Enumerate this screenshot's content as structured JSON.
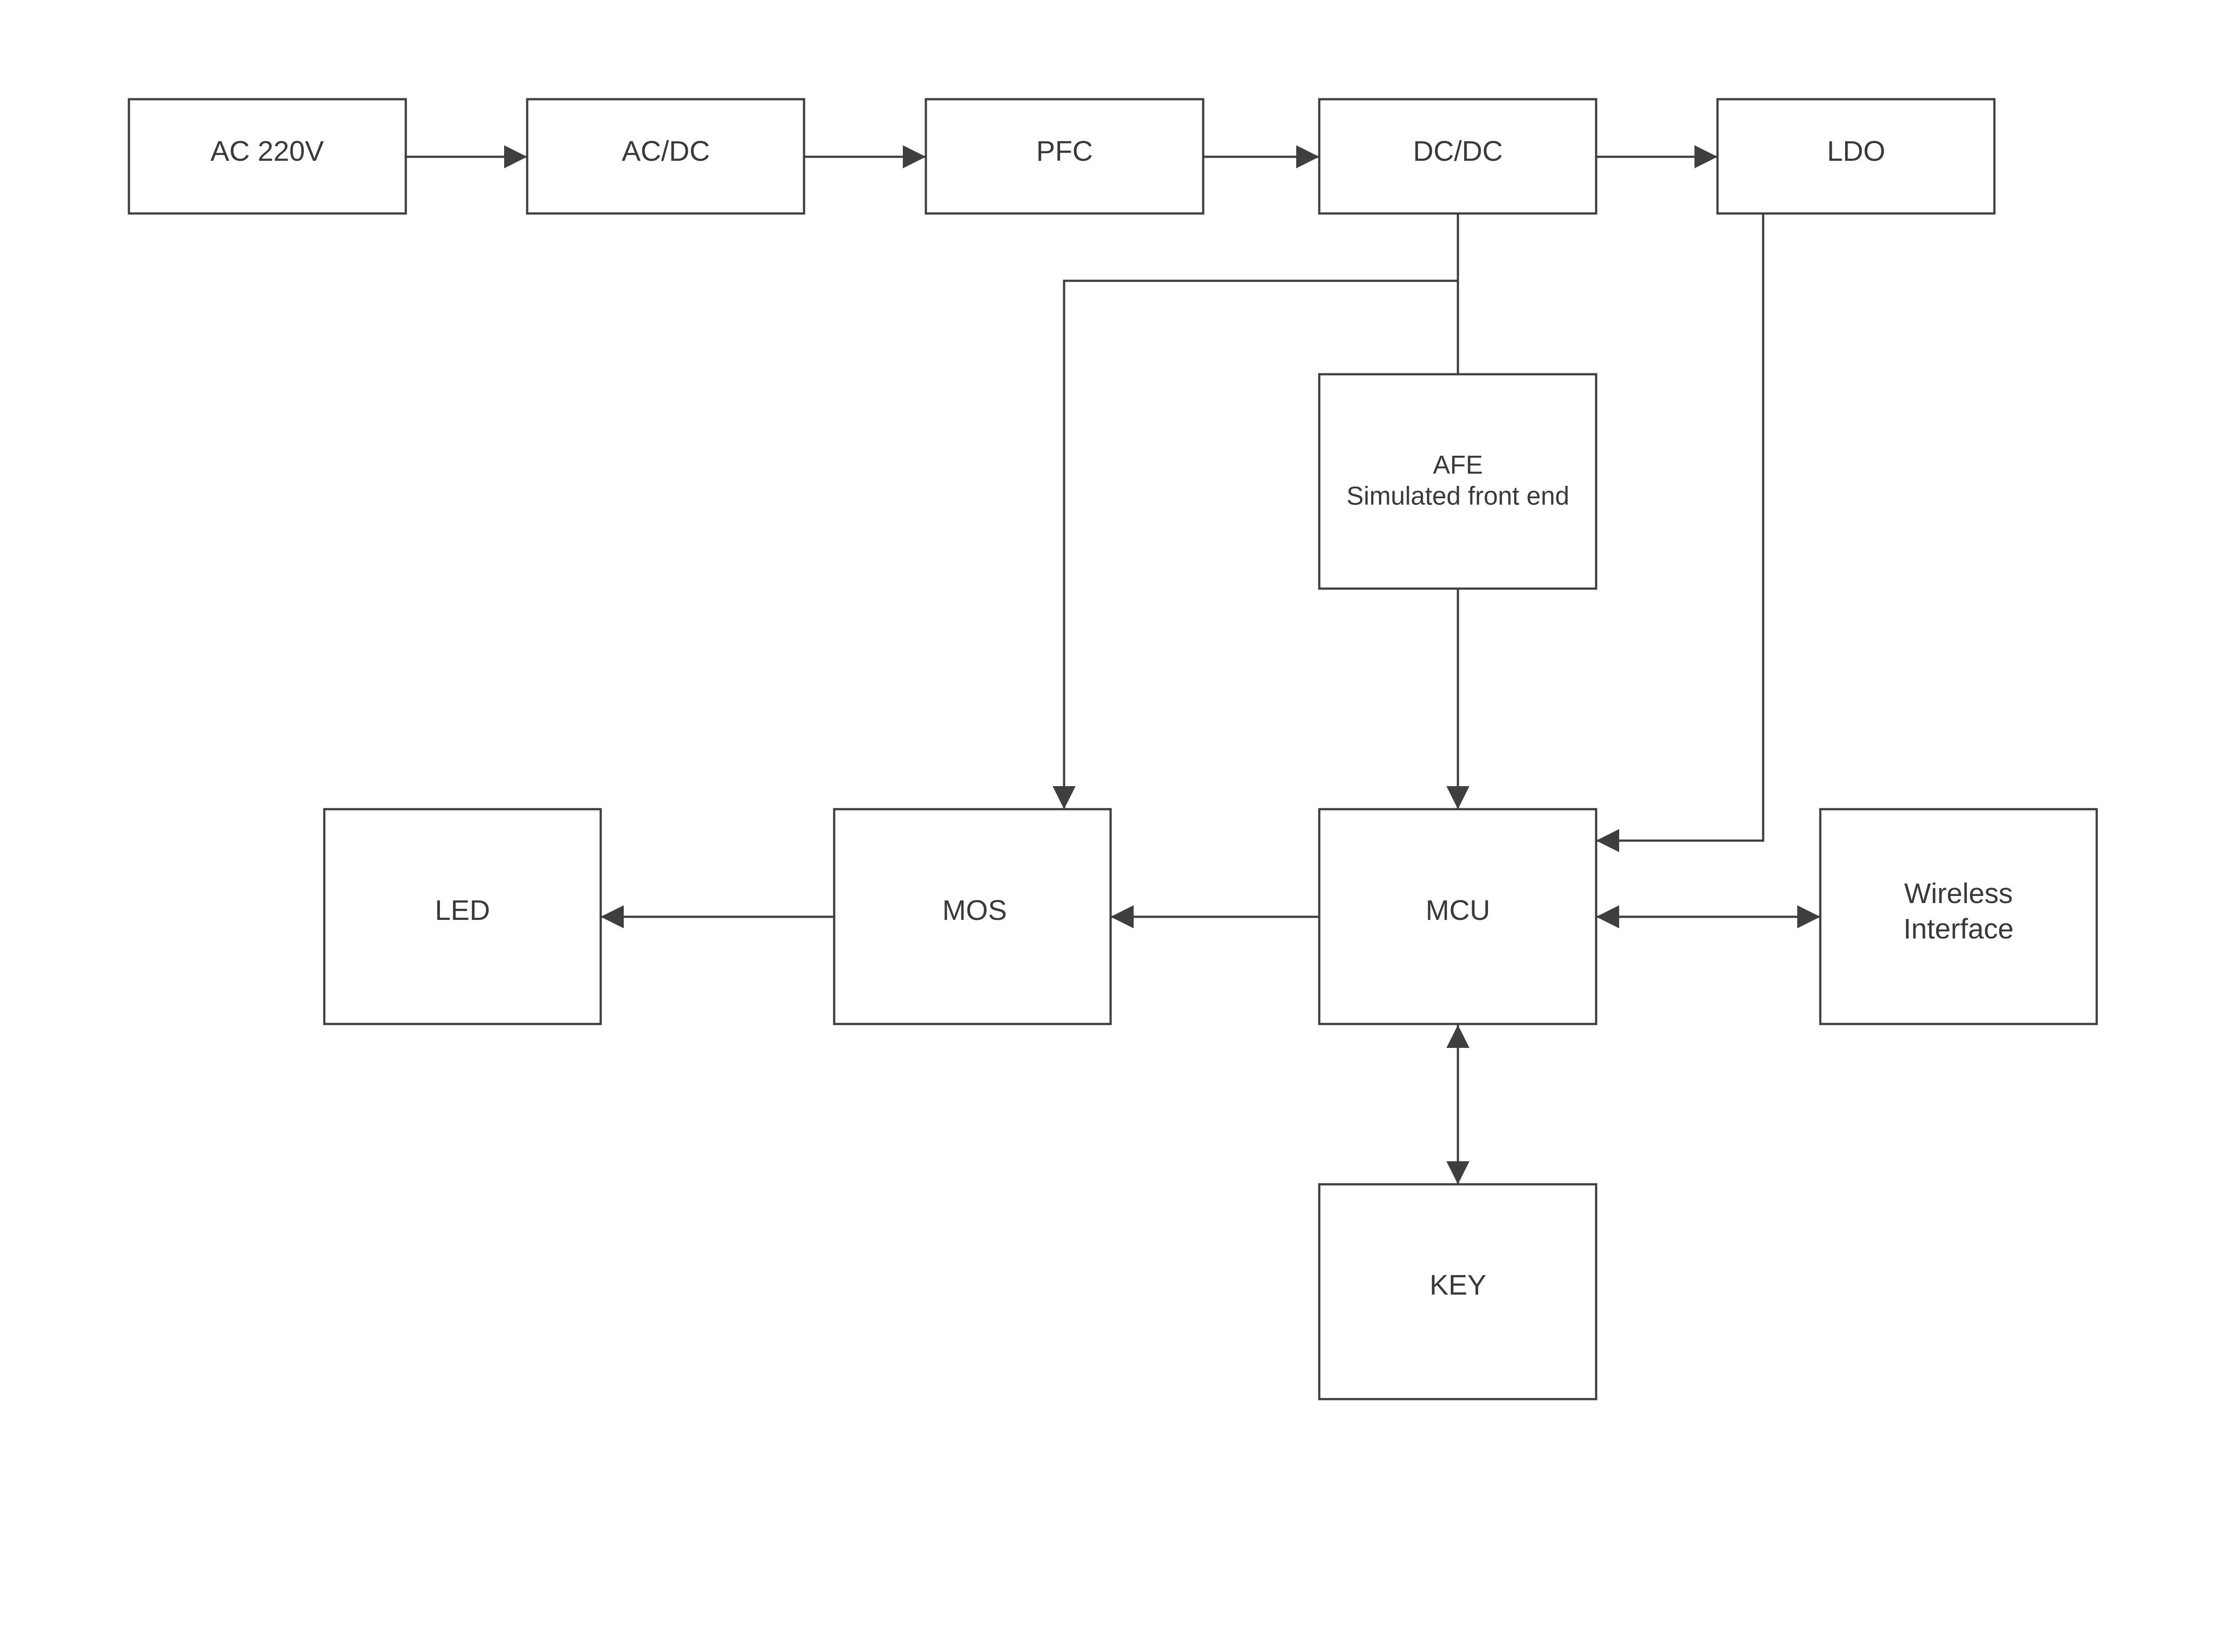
{
  "colors": {
    "stroke": "#3f3f3f",
    "text": "#3a3a3a",
    "background": "#ffffff"
  },
  "blocks": {
    "ac220": {
      "label": "AC 220V"
    },
    "acdc": {
      "label": "AC/DC"
    },
    "pfc": {
      "label": "PFC"
    },
    "dcdc": {
      "label": "DC/DC"
    },
    "ldo": {
      "label": "LDO"
    },
    "afe": {
      "line1": "AFE",
      "line2": "Simulated front end"
    },
    "led": {
      "label": "LED"
    },
    "mos": {
      "label": "MOS"
    },
    "mcu": {
      "label": "MCU"
    },
    "wireless": {
      "line1": "Wireless",
      "line2": "Interface"
    },
    "key": {
      "label": "KEY"
    }
  },
  "connections": [
    {
      "from": "AC 220V",
      "to": "AC/DC",
      "direction": "forward"
    },
    {
      "from": "AC/DC",
      "to": "PFC",
      "direction": "forward"
    },
    {
      "from": "PFC",
      "to": "DC/DC",
      "direction": "forward"
    },
    {
      "from": "DC/DC",
      "to": "LDO",
      "direction": "forward"
    },
    {
      "from": "DC/DC",
      "to": "MOS",
      "direction": "forward"
    },
    {
      "from": "DC/DC",
      "to": "AFE",
      "direction": "none"
    },
    {
      "from": "AFE",
      "to": "MCU",
      "direction": "forward"
    },
    {
      "from": "LDO",
      "to": "MCU",
      "direction": "forward"
    },
    {
      "from": "MCU",
      "to": "MOS",
      "direction": "forward"
    },
    {
      "from": "MOS",
      "to": "LED",
      "direction": "forward"
    },
    {
      "from": "MCU",
      "to": "Wireless Interface",
      "direction": "bidirectional"
    },
    {
      "from": "MCU",
      "to": "KEY",
      "direction": "bidirectional"
    }
  ]
}
